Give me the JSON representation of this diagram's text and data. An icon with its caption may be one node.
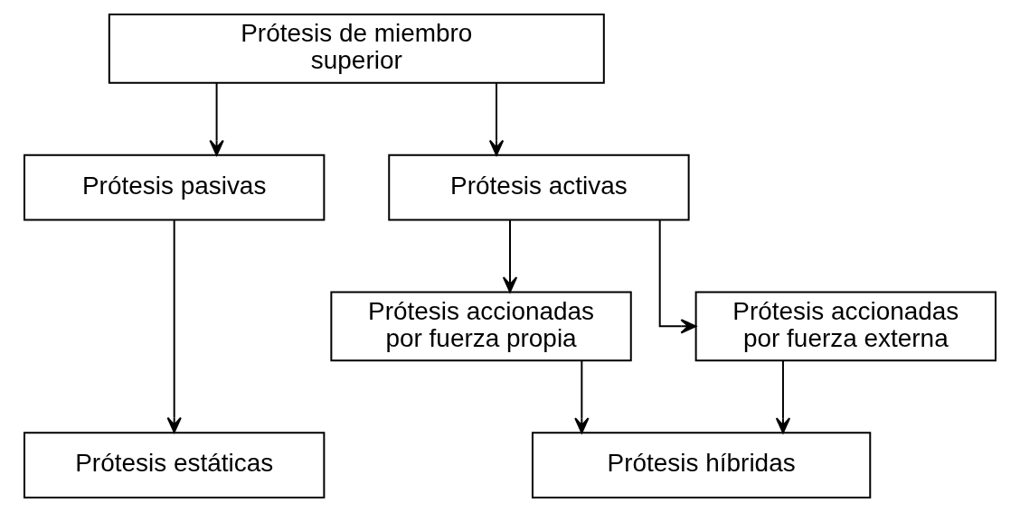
{
  "diagram": {
    "nodes": [
      {
        "text": [
          "Prótesis de miembro superior"
        ]
      },
      {
        "text": [
          "Prótesis pasivas"
        ]
      },
      {
        "text": [
          "Prótesis activas"
        ]
      },
      {
        "text": [
          "Prótesis accionadas por fuerza propia"
        ]
      },
      {
        "text": [
          "Prótesis accionadas por fuerza externa"
        ]
      },
      {
        "text": [
          "Prótesis estáticas"
        ]
      },
      {
        "text": [
          "Prótesis híbridas"
        ]
      }
    ],
    "edges": [
      {
        "from": 0,
        "to": 1,
        "arrow": "to"
      },
      {
        "from": 0,
        "to": 2,
        "arrow": "to"
      },
      {
        "from": 1,
        "to": 5,
        "arrow": "to"
      },
      {
        "from": 2,
        "to": 3,
        "arrow": "to"
      },
      {
        "from": 2,
        "to": 4,
        "arrow": "to"
      },
      {
        "from": 3,
        "to": 6,
        "arrow": "to"
      },
      {
        "from": 4,
        "to": 6,
        "arrow": "to"
      }
    ]
  }
}
